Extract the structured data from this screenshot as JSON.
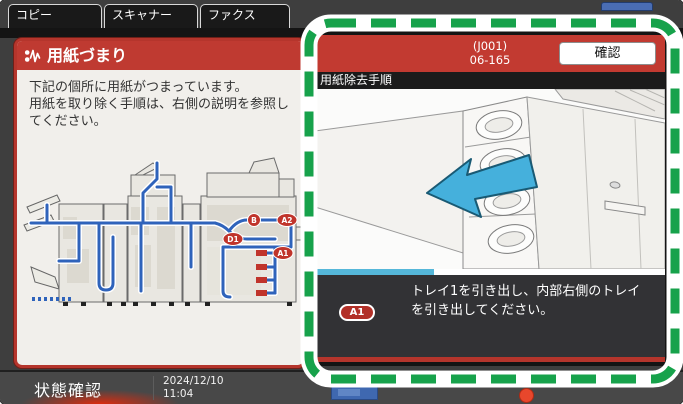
{
  "tabs": [
    {
      "label": "コピー"
    },
    {
      "label": "スキャナー"
    },
    {
      "label": "ファクス"
    }
  ],
  "alert_panel": {
    "title": "用紙づまり",
    "message_line1": "下記の個所に用紙がつまっています。",
    "message_line2": "用紙を取り除く手順は、右側の説明を参照してください。",
    "jam_markers": {
      "d1": "D1",
      "b": "B",
      "a2": "A2",
      "a1": "A1"
    }
  },
  "status_bar": {
    "status_label": "状態確認",
    "date": "2024/12/10",
    "time": "11:04"
  },
  "guide_panel": {
    "code_line1": "(J001)",
    "code_line2": "06-165",
    "confirm_label": "確認",
    "section_title": "用紙除去手順",
    "step_marker": "A1",
    "instruction_line1": "トレイ1を引き出し、内部右側のトレイ",
    "instruction_line2": "を引き出してください。",
    "progress_percent": 34
  },
  "colors": {
    "alert_red": "#bf3a31",
    "highlight_green": "#17a24b",
    "paper_path_blue": "#2f63bb",
    "progress_blue": "#55b7d9",
    "arrow_blue": "#45b0dc"
  }
}
